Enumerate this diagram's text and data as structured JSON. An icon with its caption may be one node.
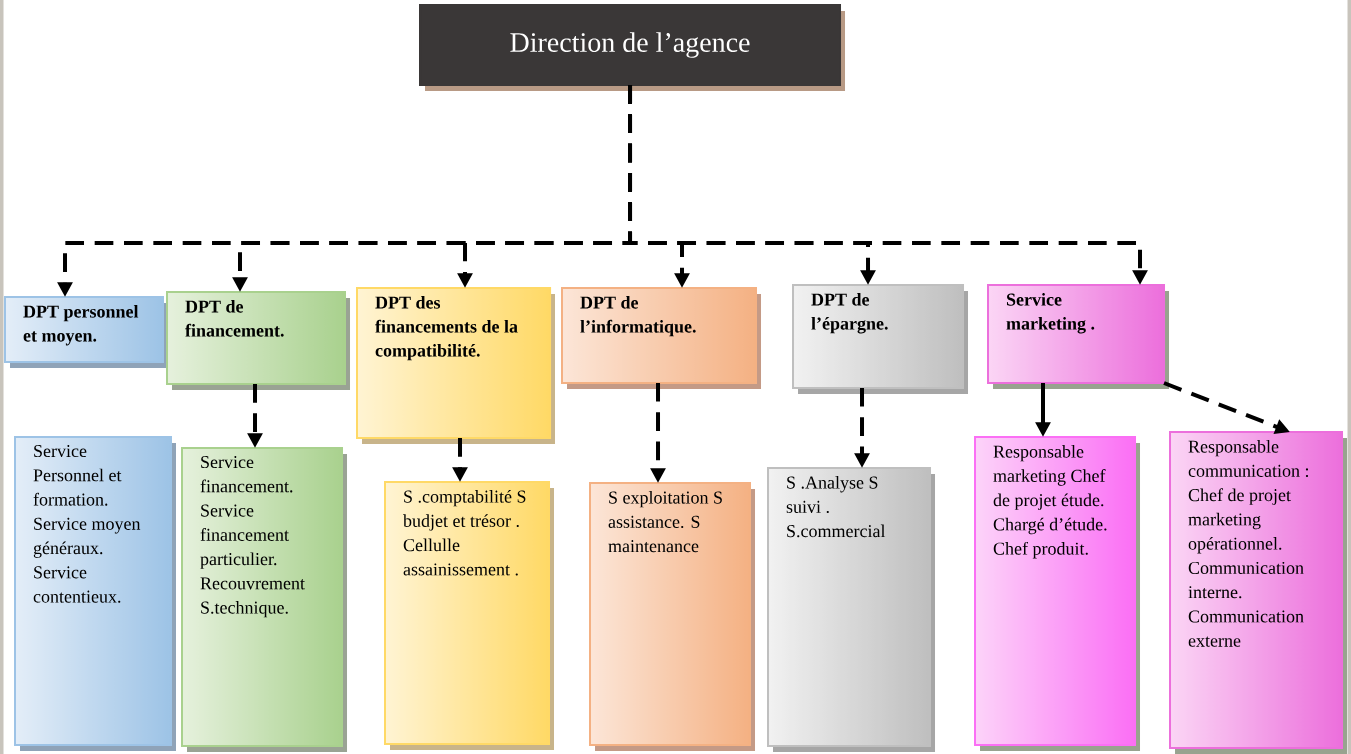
{
  "diagram": {
    "nodes": [
      {
        "text": [
          "Direction de l’agence"
        ]
      },
      {
        "text": [
          "DPT personnel et moyen."
        ]
      },
      {
        "text": [
          "DPT de financement."
        ]
      },
      {
        "text": [
          "DPT des financements de la compatibilité."
        ]
      },
      {
        "text": [
          "DPT de l’informatique."
        ]
      },
      {
        "text": [
          "DPT de l’épargne."
        ]
      },
      {
        "text": [
          "Service marketing ."
        ]
      },
      {
        "text": [
          "Service Personnel et formation. Service moyen généraux. Service contentieux."
        ]
      },
      {
        "text": [
          "Service financement. Service financement particulier. Recouvrement S.technique."
        ]
      },
      {
        "text": [
          "S .comptabilité S budjet et trésor . Cellulle assainissement ."
        ]
      },
      {
        "text": [
          "S exploitation S assistance. S maintenance"
        ]
      },
      {
        "text": [
          "S .Analyse S suivi . S.commercial"
        ]
      },
      {
        "text": [
          "Responsable marketing Chef de projet étude. Chargé d’étude. Chef produit."
        ]
      },
      {
        "text": [
          "Responsable communication : Chef de projet marketing opérationnel. Communication interne. Communication externe"
        ]
      }
    ],
    "edges": [
      {
        "from": 0,
        "to": 1,
        "arrow": "to",
        "style": "dashed"
      },
      {
        "from": 0,
        "to": 2,
        "arrow": "to",
        "style": "dashed"
      },
      {
        "from": 0,
        "to": 3,
        "arrow": "to",
        "style": "dashed"
      },
      {
        "from": 0,
        "to": 4,
        "arrow": "to",
        "style": "dashed"
      },
      {
        "from": 0,
        "to": 5,
        "arrow": "to",
        "style": "dashed"
      },
      {
        "from": 0,
        "to": 6,
        "arrow": "to",
        "style": "dashed"
      },
      {
        "from": 2,
        "to": 8,
        "arrow": "to",
        "style": "dashed"
      },
      {
        "from": 3,
        "to": 9,
        "arrow": "to",
        "style": "dashed"
      },
      {
        "from": 4,
        "to": 10,
        "arrow": "to",
        "style": "dashed"
      },
      {
        "from": 5,
        "to": 11,
        "arrow": "to",
        "style": "dashed"
      },
      {
        "from": 6,
        "to": 12,
        "arrow": "to"
      },
      {
        "from": 6,
        "to": 13,
        "arrow": "to",
        "style": "dashed"
      }
    ]
  }
}
